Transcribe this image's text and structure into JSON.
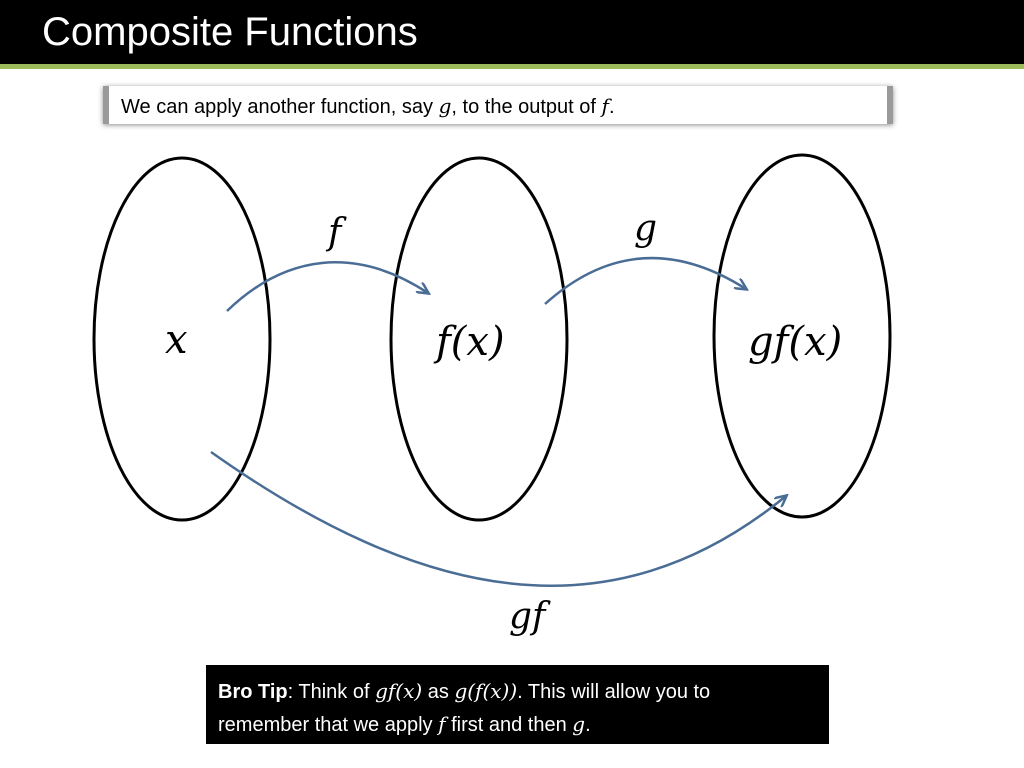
{
  "slide": {
    "title": "Composite Functions",
    "accent_color": "#9bbb59",
    "arrow_color": "#4a6d96"
  },
  "intro": {
    "part1": "We can apply another function, say ",
    "var_g": "g",
    "part2": ", to the output of ",
    "var_f": "f",
    "part3": "."
  },
  "diagram": {
    "sets": {
      "domain_label": "x",
      "middle_label": "f(x)",
      "codomain_label": "gf(x)"
    },
    "arrows": {
      "f_label": "f",
      "g_label": "g",
      "gf_label": "gf"
    }
  },
  "tip": {
    "heading": "Bro Tip",
    "colon": ": Think of ",
    "expr1": "gf(x)",
    "as": " as ",
    "expr2": "g(f(x))",
    "line1_end": ". This will allow you to",
    "line2_start": "remember that we apply ",
    "var_f": "f",
    "mid": " first and then ",
    "var_g": "g",
    "end": "."
  }
}
